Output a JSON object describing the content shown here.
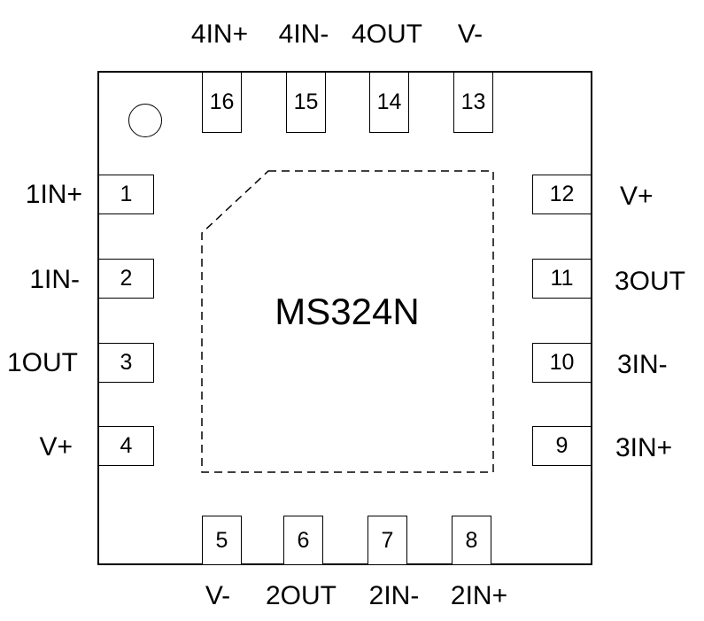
{
  "chip": {
    "name": "MS324N"
  },
  "pins": {
    "top": [
      {
        "number": "16",
        "label": "4IN+"
      },
      {
        "number": "15",
        "label": "4IN-"
      },
      {
        "number": "14",
        "label": "4OUT"
      },
      {
        "number": "13",
        "label": "V-"
      }
    ],
    "left": [
      {
        "number": "1",
        "label": "1IN+"
      },
      {
        "number": "2",
        "label": "1IN-"
      },
      {
        "number": "3",
        "label": "1OUT"
      },
      {
        "number": "4",
        "label": "V+"
      }
    ],
    "right": [
      {
        "number": "12",
        "label": "V+"
      },
      {
        "number": "11",
        "label": "3OUT"
      },
      {
        "number": "10",
        "label": "3IN-"
      },
      {
        "number": "9",
        "label": "3IN+"
      }
    ],
    "bottom": [
      {
        "number": "5",
        "label": "V-"
      },
      {
        "number": "6",
        "label": "2OUT"
      },
      {
        "number": "7",
        "label": "2IN-"
      },
      {
        "number": "8",
        "label": "2IN+"
      }
    ]
  }
}
